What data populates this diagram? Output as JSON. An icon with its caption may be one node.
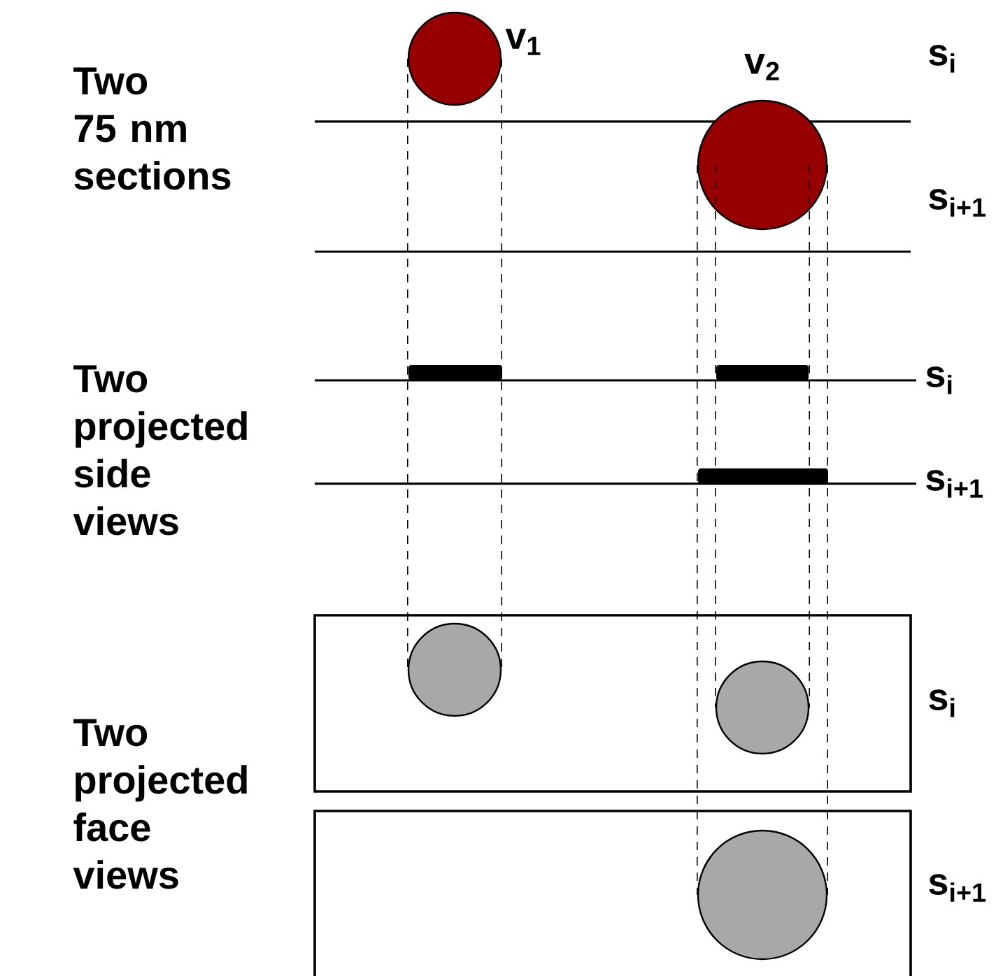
{
  "diagram": {
    "nodes": [
      {
        "text": [],
        "shape": "circle"
      },
      {
        "text": [],
        "shape": "circle"
      },
      {
        "text": [],
        "shape": "circle"
      },
      {
        "text": [],
        "shape": "circle"
      },
      {
        "text": [],
        "shape": "circle"
      }
    ],
    "edges": [
      {
        "from": 0,
        "to": 2,
        "arrow": "none",
        "style": "dashed"
      },
      {
        "from": 0,
        "to": 2,
        "arrow": "none",
        "style": "dashed"
      },
      {
        "from": 1,
        "to": 4,
        "arrow": "none",
        "style": "dashed"
      },
      {
        "from": 1,
        "to": 3,
        "arrow": "none",
        "style": "dashed"
      },
      {
        "from": 1,
        "to": 3,
        "arrow": "none",
        "style": "dashed"
      },
      {
        "from": 1,
        "to": 4,
        "arrow": "none",
        "style": "dashed"
      }
    ],
    "labels": [
      "v$_{1}$",
      "s$_{i}$",
      "Two 75 nm sections",
      "v$_{2}$",
      "s$_{i+1}$",
      "Two projected side views",
      "s$_{i}$",
      "s$_{i+1}$",
      "Two projected face views",
      "s$_{i}$",
      "s$_{i+1}$"
    ]
  }
}
